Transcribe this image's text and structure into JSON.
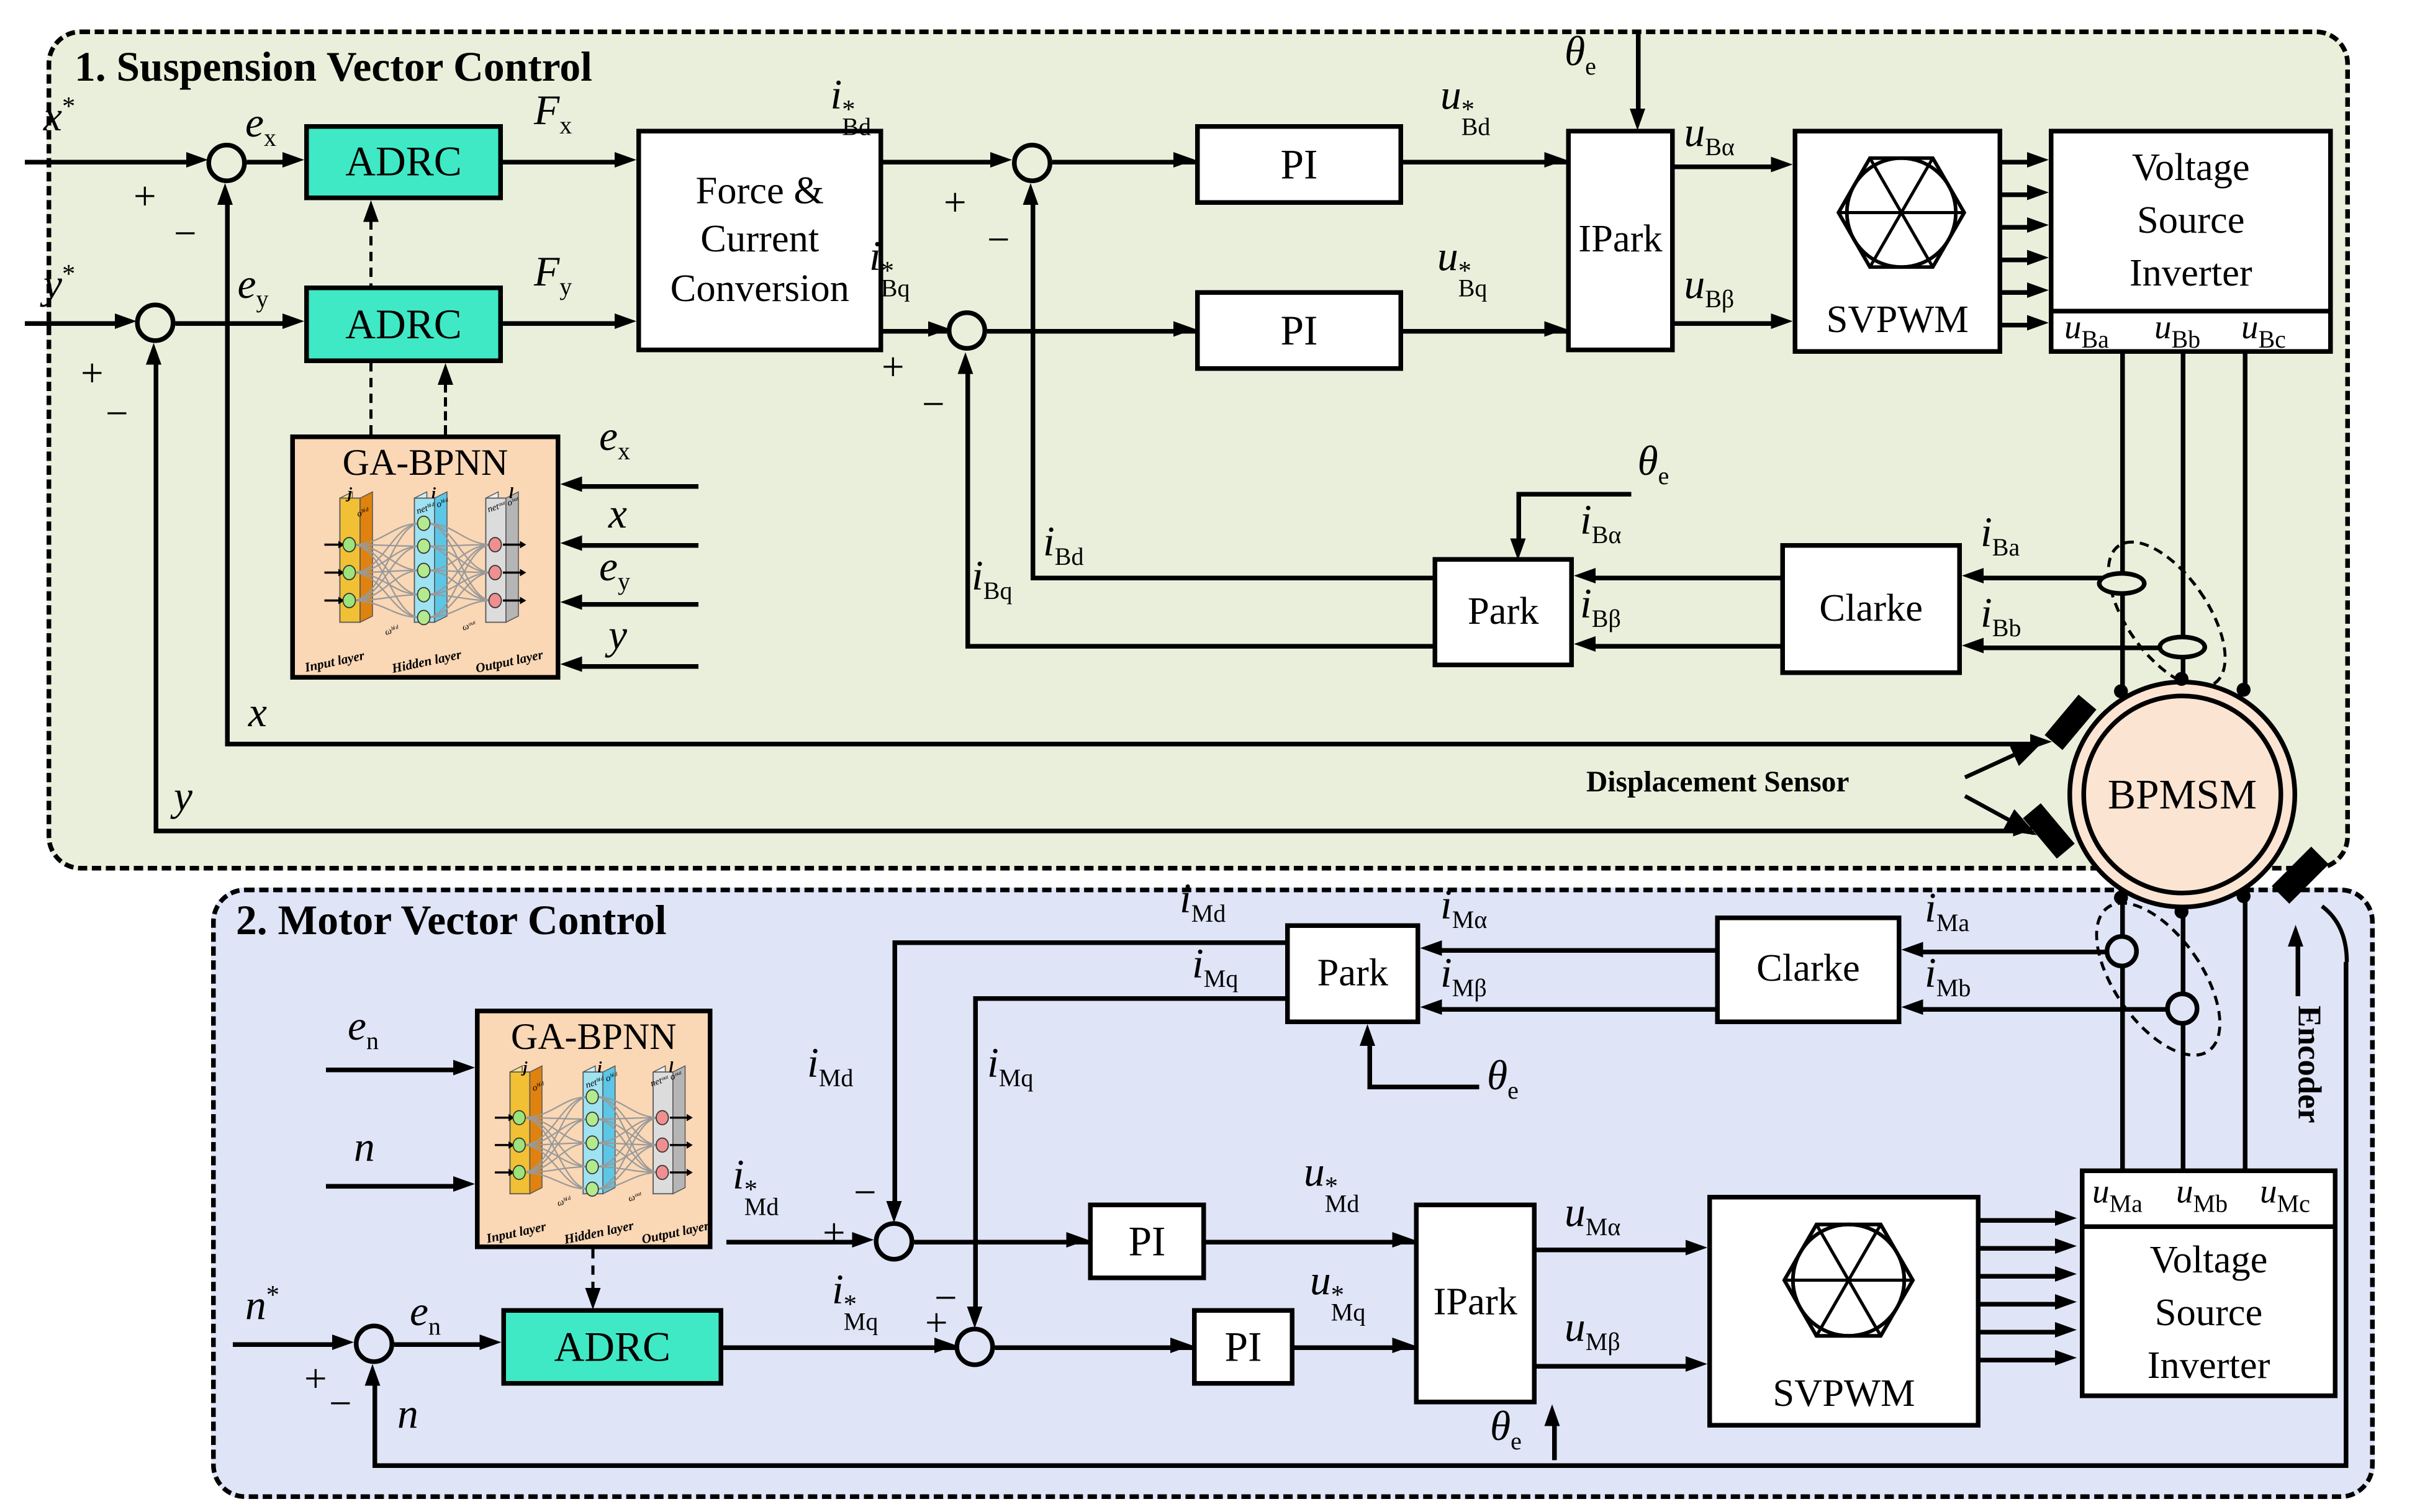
{
  "colors": {
    "accent_teal": "#3fe9c5",
    "section1_bg": "#e9efdb",
    "section2_bg": "#dfe4f6",
    "nn_box_bg": "#fad7b5",
    "motor_fill": "#fce4d2",
    "line": "#000000"
  },
  "sections": {
    "s1": {
      "title": "1. Suspension Vector Control"
    },
    "s2": {
      "title": "2. Motor Vector Control"
    }
  },
  "blocks": {
    "adrc": "ADRC",
    "pi": "PI",
    "ipark": "IPark",
    "svpwm": "SVPWM",
    "park": "Park",
    "clarke": "Clarke",
    "gabpnn": "GA-BPNN",
    "bpmsm": "BPMSM",
    "fcc1": "Force &",
    "fcc2": "Current",
    "fcc3": "Conversion",
    "vsi1": "Voltage",
    "vsi2": "Source",
    "vsi3": "Inverter",
    "displacement_sensor": "Displacement Sensor",
    "encoder": "Encoder"
  },
  "signs": {
    "plus": "+",
    "minus": "−"
  },
  "nn": {
    "tags": [
      "j",
      "i",
      "l"
    ],
    "layers": [
      "Input layer",
      "Hidden layer",
      "Output layer"
    ],
    "slab_marks": [
      "oʰⁱᵈ",
      "netʰⁱᵈ oʰⁱᵈ",
      "netᵒᵘᵗ oᵒᵘᵗ"
    ],
    "weight_marks": [
      "ωʰⁱᵈ",
      "ωᵒᵘᵗ"
    ]
  },
  "vars": {
    "x_ref": {
      "m": "x",
      "sup": "*"
    },
    "y_ref": {
      "m": "y",
      "sup": "*"
    },
    "n_ref": {
      "m": "n",
      "sup": "*"
    },
    "e_x": {
      "m": "e",
      "sub": "x"
    },
    "e_y": {
      "m": "e",
      "sub": "y"
    },
    "e_n": {
      "m": "e",
      "sub": "n"
    },
    "F_x": {
      "m": "F",
      "sub": "x"
    },
    "F_y": {
      "m": "F",
      "sub": "y"
    },
    "x": {
      "m": "x"
    },
    "y": {
      "m": "y"
    },
    "n": {
      "m": "n"
    },
    "theta_e": {
      "m": "θ",
      "sub": "e"
    },
    "i_Bd_ref": {
      "m": "i",
      "sup": "*",
      "sub": "Bd"
    },
    "i_Bq_ref": {
      "m": "i",
      "sup": "*",
      "sub": "Bq"
    },
    "u_Bd_ref": {
      "m": "u",
      "sup": "*",
      "sub": "Bd"
    },
    "u_Bq_ref": {
      "m": "u",
      "sup": "*",
      "sub": "Bq"
    },
    "u_Balpha": {
      "m": "u",
      "sub": "Bα"
    },
    "u_Bbeta": {
      "m": "u",
      "sub": "Bβ"
    },
    "u_Ba": {
      "m": "u",
      "sub": "Ba"
    },
    "u_Bb": {
      "m": "u",
      "sub": "Bb"
    },
    "u_Bc": {
      "m": "u",
      "sub": "Bc"
    },
    "i_Balpha": {
      "m": "i",
      "sub": "Bα"
    },
    "i_Bbeta": {
      "m": "i",
      "sub": "Bβ"
    },
    "i_Ba": {
      "m": "i",
      "sub": "Ba"
    },
    "i_Bb": {
      "m": "i",
      "sub": "Bb"
    },
    "i_Bd": {
      "m": "i",
      "sub": "Bd"
    },
    "i_Bq": {
      "m": "i",
      "sub": "Bq"
    },
    "i_Md_ref": {
      "m": "i",
      "sup": "*",
      "sub": "Md"
    },
    "i_Mq_ref": {
      "m": "i",
      "sup": "*",
      "sub": "Mq"
    },
    "u_Md_ref": {
      "m": "u",
      "sup": "*",
      "sub": "Md"
    },
    "u_Mq_ref": {
      "m": "u",
      "sup": "*",
      "sub": "Mq"
    },
    "u_Malpha": {
      "m": "u",
      "sub": "Mα"
    },
    "u_Mbeta": {
      "m": "u",
      "sub": "Mβ"
    },
    "u_Ma": {
      "m": "u",
      "sub": "Ma"
    },
    "u_Mb": {
      "m": "u",
      "sub": "Mb"
    },
    "u_Mc": {
      "m": "u",
      "sub": "Mc"
    },
    "i_Malpha": {
      "m": "i",
      "sub": "Mα"
    },
    "i_Mbeta": {
      "m": "i",
      "sub": "Mβ"
    },
    "i_Ma": {
      "m": "i",
      "sub": "Ma"
    },
    "i_Mb": {
      "m": "i",
      "sub": "Mb"
    },
    "i_Md": {
      "m": "i",
      "sub": "Md"
    },
    "i_Mq": {
      "m": "i",
      "sub": "Mq"
    }
  }
}
